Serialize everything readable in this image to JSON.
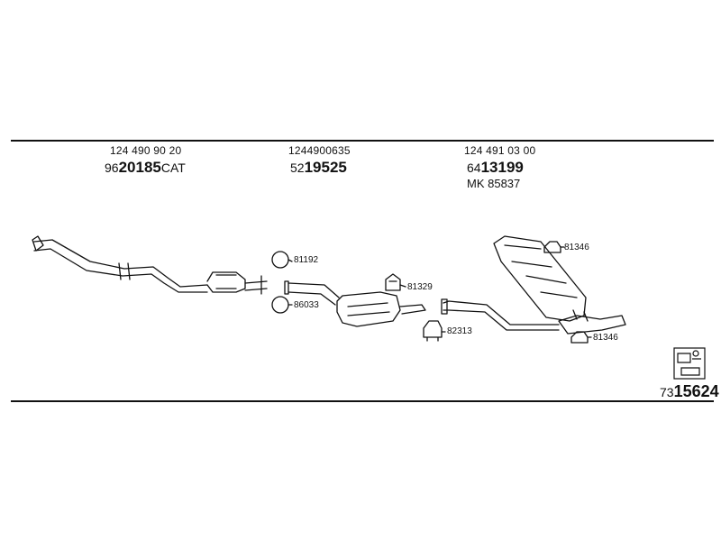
{
  "header": {
    "columns": [
      {
        "oe_number": "124 490 90 20",
        "part_prefix": "96",
        "part_main": "20185",
        "part_suffix": "CAT"
      },
      {
        "oe_number": "1244900635",
        "part_prefix": "52",
        "part_main": "19525",
        "part_suffix": ""
      },
      {
        "oe_number": "124 491 03 00",
        "part_prefix": "64",
        "part_main": "13199",
        "part_suffix": ""
      }
    ],
    "kit_note": "MK  85837"
  },
  "labels": {
    "ring_upper": "81192",
    "ring_lower": "86033",
    "hanger_mid": "81329",
    "clamp_mid": "82313",
    "hanger_rear_top": "81346",
    "hanger_rear_bottom": "81346"
  },
  "footer": {
    "figure_prefix": "73",
    "figure_main": "15624"
  }
}
